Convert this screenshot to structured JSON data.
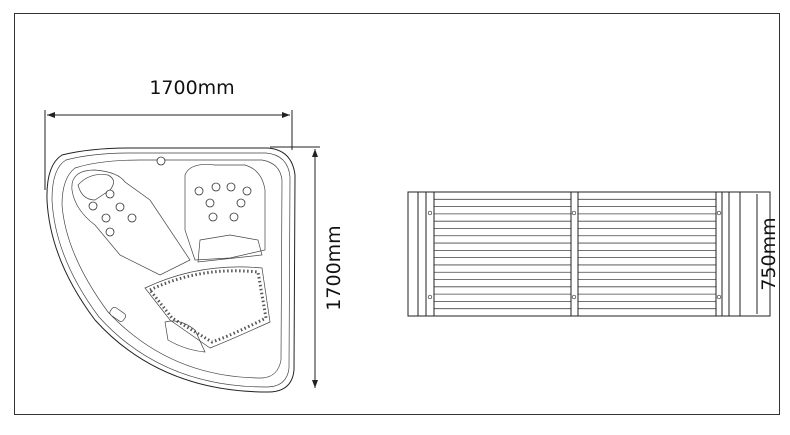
{
  "tub_view": {
    "width_label": "1700mm",
    "depth_label": "1700mm"
  },
  "step_view": {
    "height_label": "750mm"
  }
}
